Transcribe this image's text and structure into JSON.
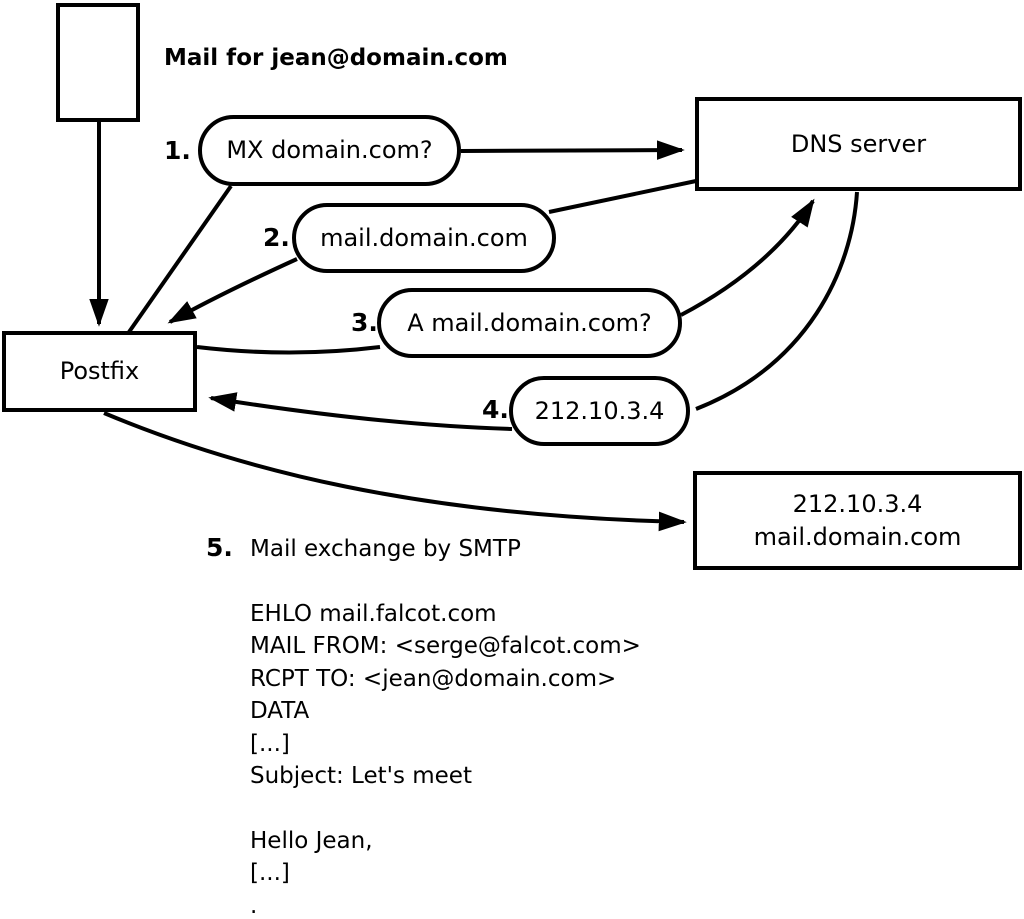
{
  "diagram": {
    "colors": {
      "stroke": "#000000",
      "background": "#ffffff"
    },
    "header_note": "Mail for jean@domain.com",
    "nodes": {
      "postfix": {
        "label": "Postfix"
      },
      "dns": {
        "label": "DNS server"
      },
      "mail_server": {
        "line1": "212.10.3.4",
        "line2": "mail.domain.com"
      }
    },
    "steps": [
      {
        "num": "1.",
        "label": "MX domain.com?"
      },
      {
        "num": "2.",
        "label": "mail.domain.com"
      },
      {
        "num": "3.",
        "label": "A mail.domain.com?"
      },
      {
        "num": "4.",
        "label": "212.10.3.4"
      },
      {
        "num": "5.",
        "label": "Mail exchange by SMTP"
      }
    ],
    "smtp_session": {
      "lines": [
        "EHLO mail.falcot.com",
        "MAIL FROM: <serge@falcot.com>",
        "RCPT TO: <jean@domain.com>",
        "DATA",
        "[...]",
        "Subject: Let's meet",
        "",
        "Hello Jean,",
        "[...]",
        "."
      ]
    }
  }
}
